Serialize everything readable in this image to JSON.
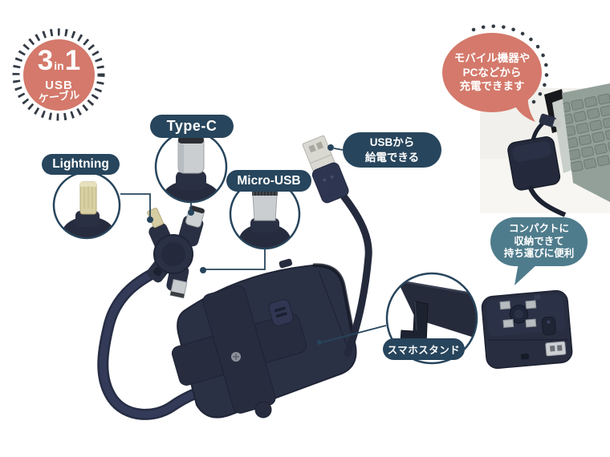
{
  "badge": {
    "big_left": "3",
    "small_mid": "in",
    "big_right": "1",
    "line2": "USB",
    "line3": "ケーブル"
  },
  "connector_labels": {
    "lightning": "Lightning",
    "type_c": "Type-C",
    "micro_usb": "Micro-USB"
  },
  "stand_label": "スマホスタンド",
  "usb_callout": {
    "line1": "USBから",
    "line2": "給電できる"
  },
  "charge_bubble": {
    "line1": "モバイル機器や",
    "line2": "PCなどから",
    "line3": "充電できます"
  },
  "compact_bubble": {
    "line1": "コンパクトに",
    "line2": "収納できて",
    "line3": "持ち運びに便利"
  },
  "colors": {
    "coral": "#d4796b",
    "navy": "#27455c",
    "teal": "#4f7c8c",
    "product_navy": "#2b3145"
  },
  "icons": [
    "lightning-connector-photo",
    "type-c-connector-photo",
    "micro-usb-connector-photo",
    "usb-a-plug",
    "phone-stand-photo",
    "laptop-photo",
    "compact-folded-product-photo"
  ]
}
